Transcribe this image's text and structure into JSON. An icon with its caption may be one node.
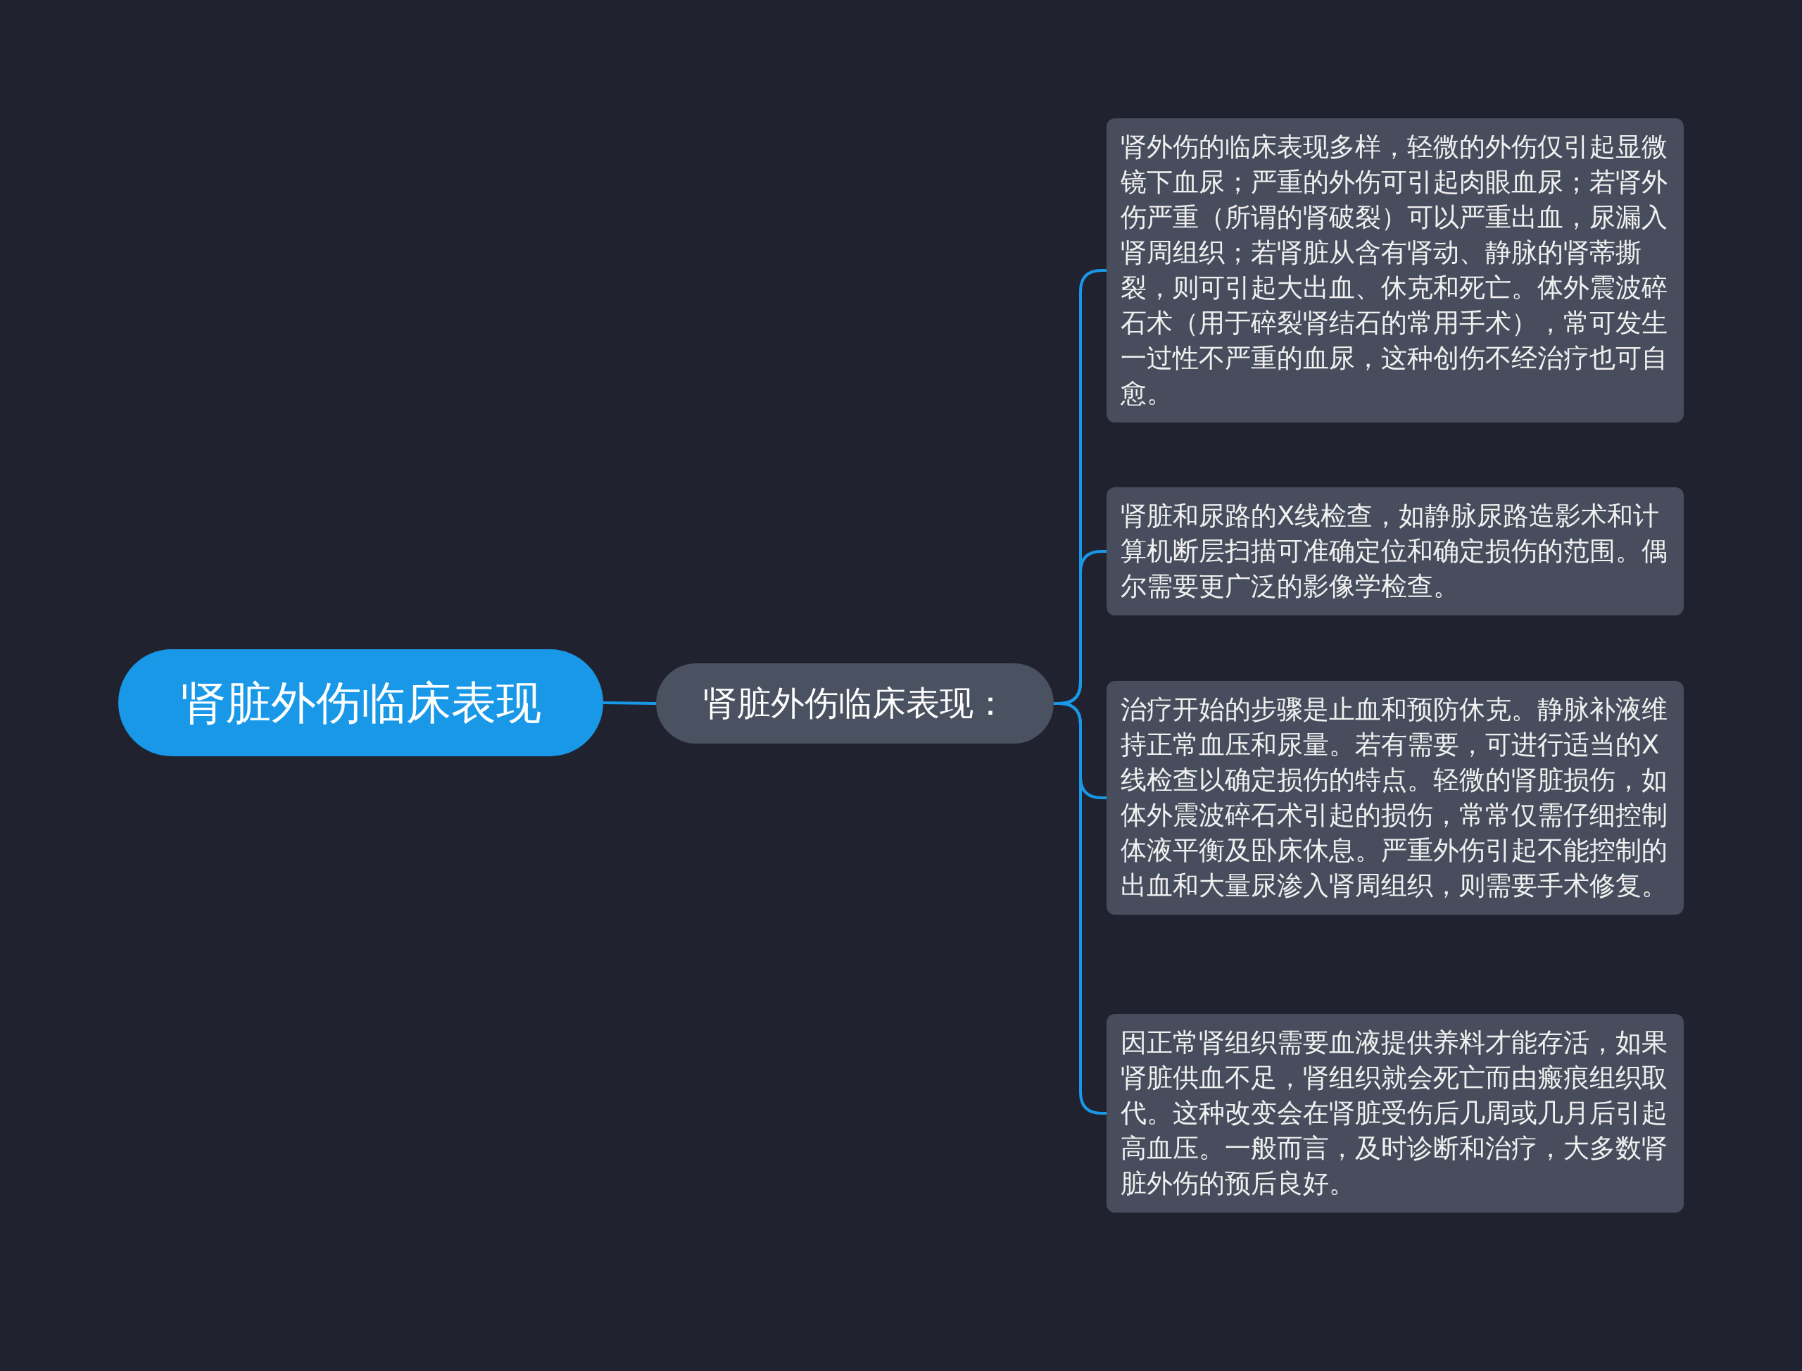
{
  "diagram": {
    "nodes": [
      {
        "text": [
          "肾脏外伤临床表现"
        ]
      },
      {
        "text": [
          "肾脏外伤临床表现："
        ]
      },
      {
        "text": [
          "肾外伤的临床表现多样，轻微的外伤仅引起显微镜下血尿；严重的外伤可引起肉眼血尿；若肾外伤严重（所谓的肾破裂）可以严重出血，尿漏入肾周组织；若肾脏从含有肾动、静脉的肾蒂撕裂，则可引起大出血、休克和死亡。体外震波碎石术（用于碎裂肾结石的常用手术），常可发生一过性不严重的血尿，这种创伤不经治疗也可自愈。"
        ]
      },
      {
        "text": [
          "肾脏和尿路的X线检查，如静脉尿路造影术和计算机断层扫描可准确定位和确定损伤的范围。偶尔需要更广泛的影像学检查。"
        ]
      },
      {
        "text": [
          "治疗开始的步骤是止血和预防休克。静脉补液维持正常血压和尿量。若有需要，可进行适当的X线检查以确定损伤的特点。轻微的肾脏损伤，如体外震波碎石术引起的损伤，常常仅需仔细控制体液平衡及卧床休息。严重外伤引起不能控制的出血和大量尿渗入肾周组织，则需要手术修复。"
        ]
      },
      {
        "text": [
          "因正常肾组织需要血液提供养料才能存活，如果肾脏供血不足，肾组织就会死亡而由瘢痕组织取代。这种改变会在肾脏受伤后几周或几月后引起高血压。一般而言，及时诊断和治疗，大多数肾脏外伤的预后良好。"
        ]
      }
    ],
    "edges": [
      {
        "from": 0,
        "to": 1,
        "arrow": "none"
      },
      {
        "from": 1,
        "to": 2,
        "arrow": "none"
      },
      {
        "from": 1,
        "to": 3,
        "arrow": "none"
      },
      {
        "from": 1,
        "to": 4,
        "arrow": "none"
      },
      {
        "from": 1,
        "to": 5,
        "arrow": "none"
      }
    ]
  }
}
